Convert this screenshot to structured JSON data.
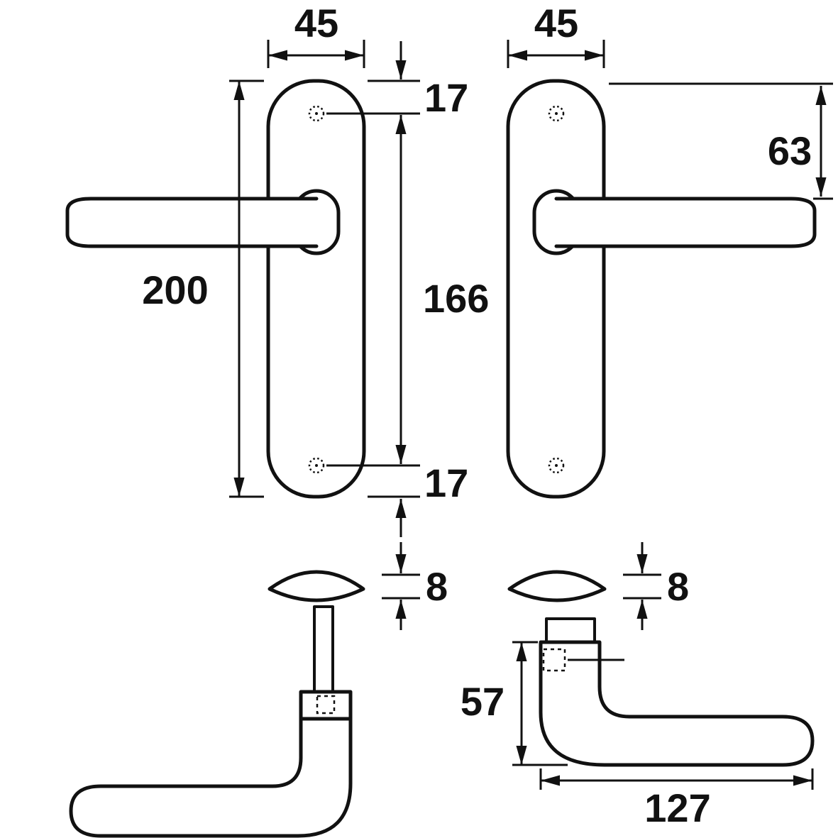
{
  "colors": {
    "line": "#111111",
    "background": "#ffffff"
  },
  "views": {
    "front_left": {
      "plate_width": "45",
      "plate_height": "200",
      "top_hole_offset": "17",
      "hole_spacing": "166",
      "bottom_hole_offset": "17"
    },
    "front_right": {
      "plate_width": "45",
      "handle_offset": "63"
    },
    "side_left": {
      "plate_thickness": "8"
    },
    "side_right": {
      "plate_thickness": "8",
      "handle_height": "57",
      "handle_length": "127"
    }
  }
}
